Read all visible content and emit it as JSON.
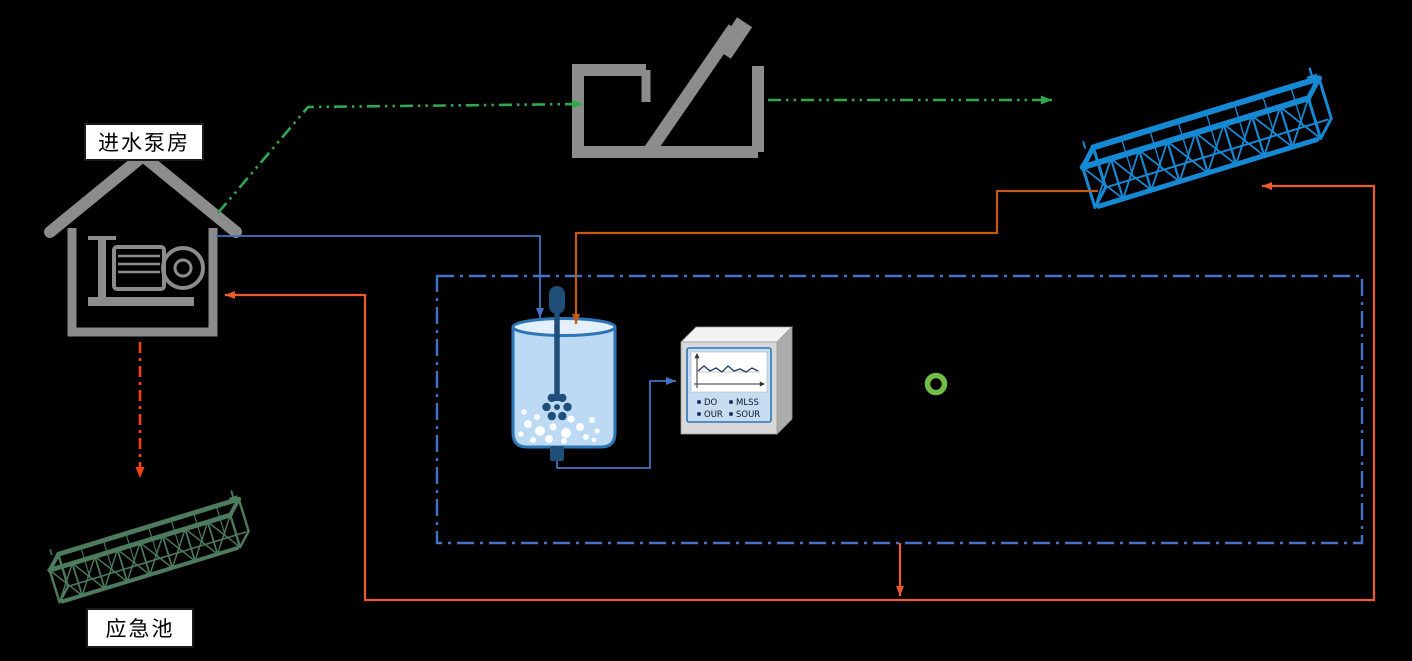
{
  "labels": {
    "inlet_pump_station": "进水泵房",
    "emergency_pool": "应急池"
  },
  "monitor": {
    "legend": [
      "DO",
      "MLSS",
      "OUR",
      "SOUR"
    ]
  },
  "colors": {
    "background": "#000000",
    "equipment-gray": "#8C8C8C",
    "flow-green": "#2FA84F",
    "line-blue": "#4472C4",
    "sample-orange": "#C55A11",
    "return-orange": "#EC5B2B",
    "emergency-red": "#F04214",
    "tank-blue": "#1689D4",
    "pool-green": "#4C7B5E",
    "beaker-border": "#2E75B6",
    "beaker-fill": "#BCDAF4",
    "stirrer-navy": "#1F4E79",
    "ring-green": "#72BE44",
    "monitor-front": "#D8D8D8",
    "monitor-top": "#F2F2F2",
    "monitor-side": "#ACACAC",
    "screen-blue": "#C5DCF1",
    "chart-navy": "#1F3864",
    "label-bg": "#FFFFFF",
    "label-border": "#1A1A1A"
  }
}
